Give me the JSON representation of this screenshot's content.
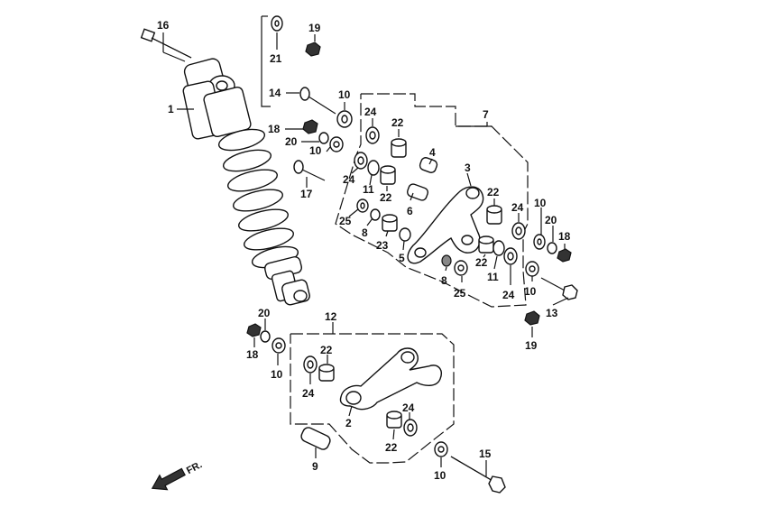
{
  "front_marker": "FR.",
  "callouts": [
    {
      "id": "c16a",
      "text": "16"
    },
    {
      "id": "c1",
      "text": "1"
    },
    {
      "id": "c21",
      "text": "21"
    },
    {
      "id": "c19a",
      "text": "19"
    },
    {
      "id": "c14",
      "text": "14"
    },
    {
      "id": "c10a",
      "text": "10"
    },
    {
      "id": "c18a",
      "text": "18"
    },
    {
      "id": "c20a",
      "text": "20"
    },
    {
      "id": "c10b",
      "text": "10"
    },
    {
      "id": "c17",
      "text": "17"
    },
    {
      "id": "c24a",
      "text": "24"
    },
    {
      "id": "c22a",
      "text": "22"
    },
    {
      "id": "c4",
      "text": "4"
    },
    {
      "id": "c7",
      "text": "7"
    },
    {
      "id": "c24b",
      "text": "24"
    },
    {
      "id": "c11a",
      "text": "11"
    },
    {
      "id": "c22b",
      "text": "22"
    },
    {
      "id": "c3",
      "text": "3"
    },
    {
      "id": "c6",
      "text": "6"
    },
    {
      "id": "c25a",
      "text": "25"
    },
    {
      "id": "c8a",
      "text": "8"
    },
    {
      "id": "c23",
      "text": "23"
    },
    {
      "id": "c5",
      "text": "5"
    },
    {
      "id": "c22c",
      "text": "22"
    },
    {
      "id": "c24c",
      "text": "24"
    },
    {
      "id": "c10c",
      "text": "10"
    },
    {
      "id": "c20b",
      "text": "20"
    },
    {
      "id": "c18b",
      "text": "18"
    },
    {
      "id": "c8b",
      "text": "8"
    },
    {
      "id": "c25b",
      "text": "25"
    },
    {
      "id": "c22d",
      "text": "22"
    },
    {
      "id": "c11b",
      "text": "11"
    },
    {
      "id": "c24d",
      "text": "24"
    },
    {
      "id": "c10d",
      "text": "10"
    },
    {
      "id": "c13",
      "text": "13"
    },
    {
      "id": "c19b",
      "text": "19"
    },
    {
      "id": "c12",
      "text": "12"
    },
    {
      "id": "c20c",
      "text": "20"
    },
    {
      "id": "c18c",
      "text": "18"
    },
    {
      "id": "c10e",
      "text": "10"
    },
    {
      "id": "c22e",
      "text": "22"
    },
    {
      "id": "c24e",
      "text": "24"
    },
    {
      "id": "c2",
      "text": "2"
    },
    {
      "id": "c24f",
      "text": "24"
    },
    {
      "id": "c22f",
      "text": "22"
    },
    {
      "id": "c9",
      "text": "9"
    },
    {
      "id": "c15",
      "text": "15"
    },
    {
      "id": "c10f",
      "text": "10"
    }
  ]
}
